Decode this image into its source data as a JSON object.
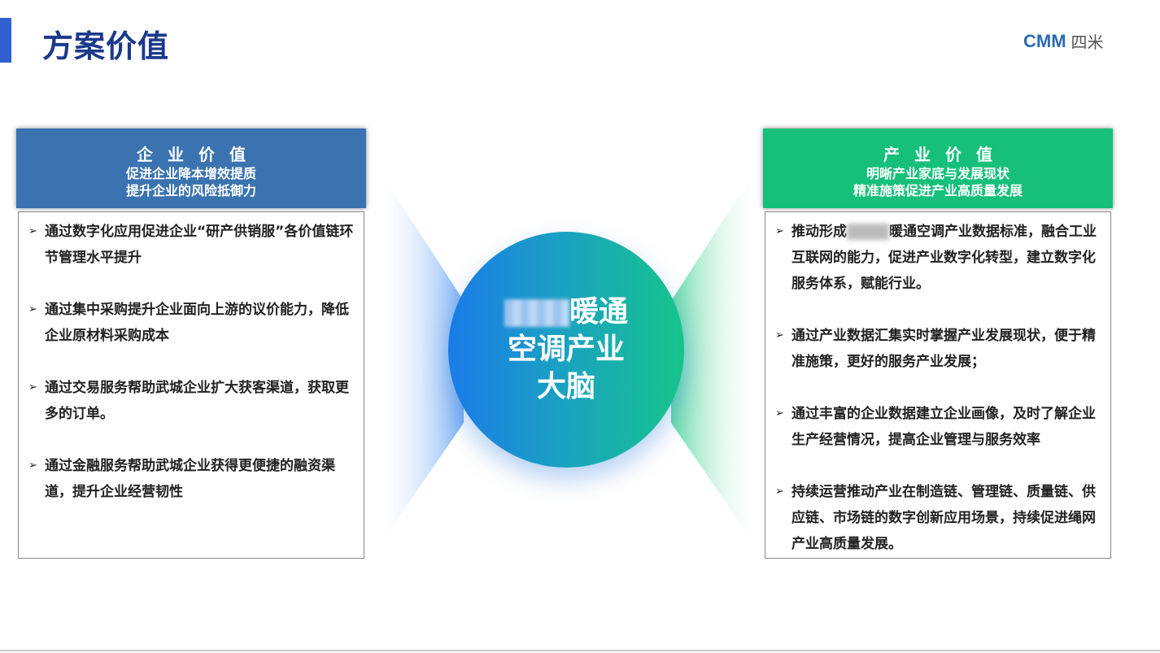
{
  "page": {
    "title": "方案价值"
  },
  "logo": {
    "mark": "CMM",
    "text": "四米"
  },
  "center": {
    "line1_suffix": "暖通",
    "line2": "空调产业",
    "line3": "大脑"
  },
  "left": {
    "heading": "企业价值",
    "sub1": "促进企业降本增效提质",
    "sub2": "提升企业的风险抵御力",
    "items": [
      "通过数字化应用促进企业“研产供销服”各价值链环节管理水平提升",
      "通过集中采购提升企业面向上游的议价能力，降低企业原材料采购成本",
      "通过交易服务帮助武城企业扩大获客渠道，获取更多的订单。",
      "通过金融服务帮助武城企业获得更便捷的融资渠道，提升企业经营韧性"
    ]
  },
  "right": {
    "heading": "产业价值",
    "sub1": "明晰产业家底与发展现状",
    "sub2": "精准施策促进产业高质量发展",
    "item0_prefix": "推动形成",
    "item0_suffix": "暖通空调产业数据标准，融合工业互联网的能力，促进产业数字化转型，建立数字化服务体系，赋能行业。",
    "items": [
      "通过产业数据汇集实时掌握产业发展现状，便于精准施策，更好的服务产业发展；",
      "通过丰富的企业数据建立企业画像，及时了解企业生产经营情况，提高企业管理与服务效率",
      "持续运营推动产业在制造链、管理链、质量链、供应链、市场链的数字创新应用场景，持续促进绳网产业高质量发展。"
    ]
  },
  "colors": {
    "left_header": "#3a73b0",
    "right_header": "#16c07a",
    "title": "#1b3a8c"
  }
}
